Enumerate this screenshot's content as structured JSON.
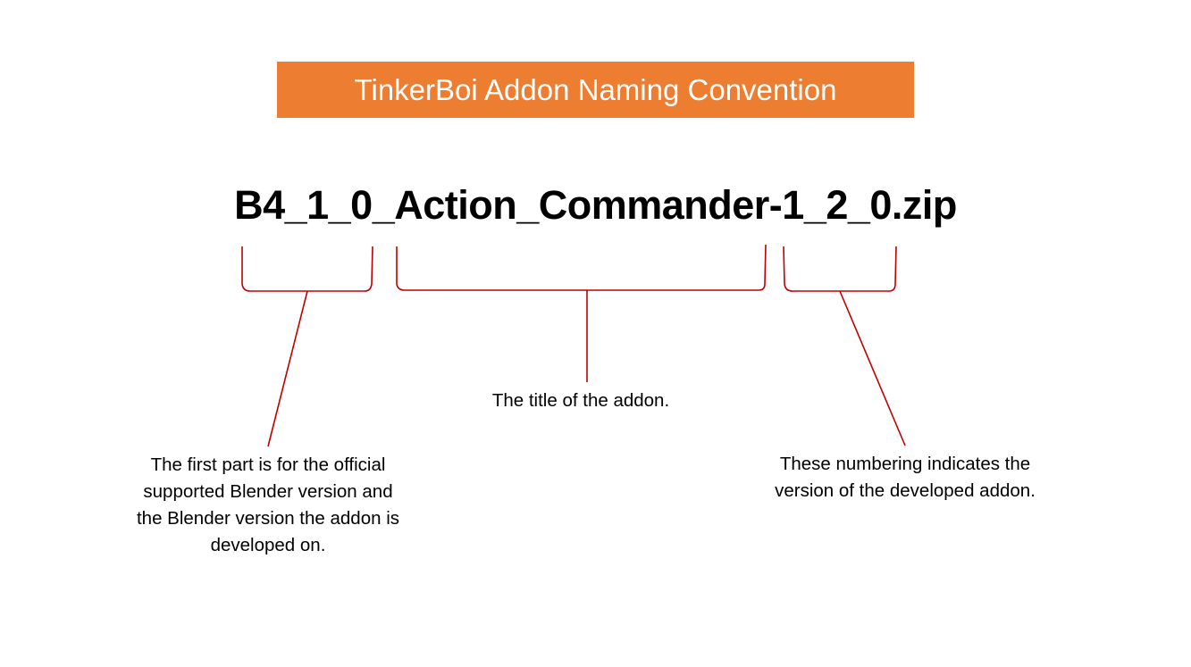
{
  "title": "TinkerBoi Addon Naming Convention",
  "colors": {
    "banner_bg": "#ed7d31",
    "banner_text": "#ffffff",
    "bracket_line": "#c00000",
    "text": "#000000"
  },
  "filename": {
    "full": "B4_1_0_Action_Commander-1_2_0.zip",
    "segments": [
      {
        "part": "B4_1_0_",
        "role": "blender-version"
      },
      {
        "part": "Action_Commander",
        "role": "addon-title"
      },
      {
        "part": "-",
        "role": "separator"
      },
      {
        "part": "1_2_0",
        "role": "addon-version"
      },
      {
        "part": ".zip",
        "role": "extension"
      }
    ]
  },
  "annotations": {
    "blender_version": "The first part is for the official supported Blender version and the Blender version the addon is developed on.",
    "addon_title": "The title of the addon.",
    "addon_version": "These numbering indicates the version of the developed addon."
  },
  "annotation_lines": {
    "blender_version": [
      "The first part is for the official",
      "supported Blender version and",
      "the Blender version the addon is",
      "developed on."
    ],
    "addon_title": [
      "The title of the addon."
    ],
    "addon_version": [
      "These numbering indicates the",
      "version of the developed addon."
    ]
  }
}
